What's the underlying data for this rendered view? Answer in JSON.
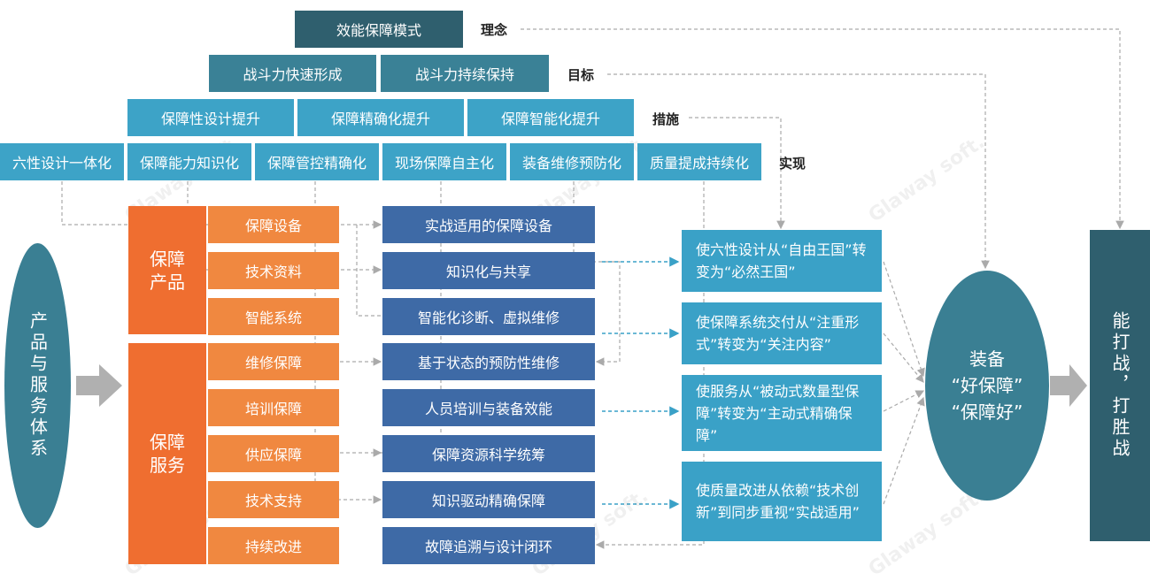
{
  "top": {
    "mode": "效能保障模式",
    "goals": [
      "战斗力快速形成",
      "战斗力持续保持"
    ],
    "measures": [
      "保障性设计提升",
      "保障精确化提升",
      "保障智能化提升"
    ],
    "realizations": [
      "六性设计一体化",
      "保障能力知识化",
      "保障管控精确化",
      "现场保障自主化",
      "装备维修预防化",
      "质量提成持续化"
    ]
  },
  "labels": {
    "concept": "理念",
    "target": "目标",
    "measure": "措施",
    "realize": "实现"
  },
  "left": {
    "system": "产品与服务体系",
    "product_group": "保障产品",
    "service_group": "保障服务"
  },
  "products": [
    "保障设备",
    "技术资料",
    "智能系统"
  ],
  "services": [
    "维修保障",
    "培训保障",
    "供应保障",
    "技术支持",
    "持续改进"
  ],
  "outcomes": [
    "实战适用的保障设备",
    "知识化与共享",
    "智能化诊断、虚拟维修",
    "基于状态的预防性维修",
    "人员培训与装备效能",
    "保障资源科学统筹",
    "知识驱动精确保障",
    "故障追溯与设计闭环"
  ],
  "transforms": [
    "使六性设计从“自由王国”转变为“必然王国”",
    "使保障系统交付从“注重形式”转变为“关注内容”",
    "使服务从“被动式数量型保障”转变为“主动式精确保障”",
    "使质量改进从依赖“技术创新”到同步重视“实战适用”"
  ],
  "oval": [
    "装备",
    "“好保障”",
    "“保障好”"
  ],
  "final": "能打战，打胜战",
  "watermark": "Glaway soft."
}
